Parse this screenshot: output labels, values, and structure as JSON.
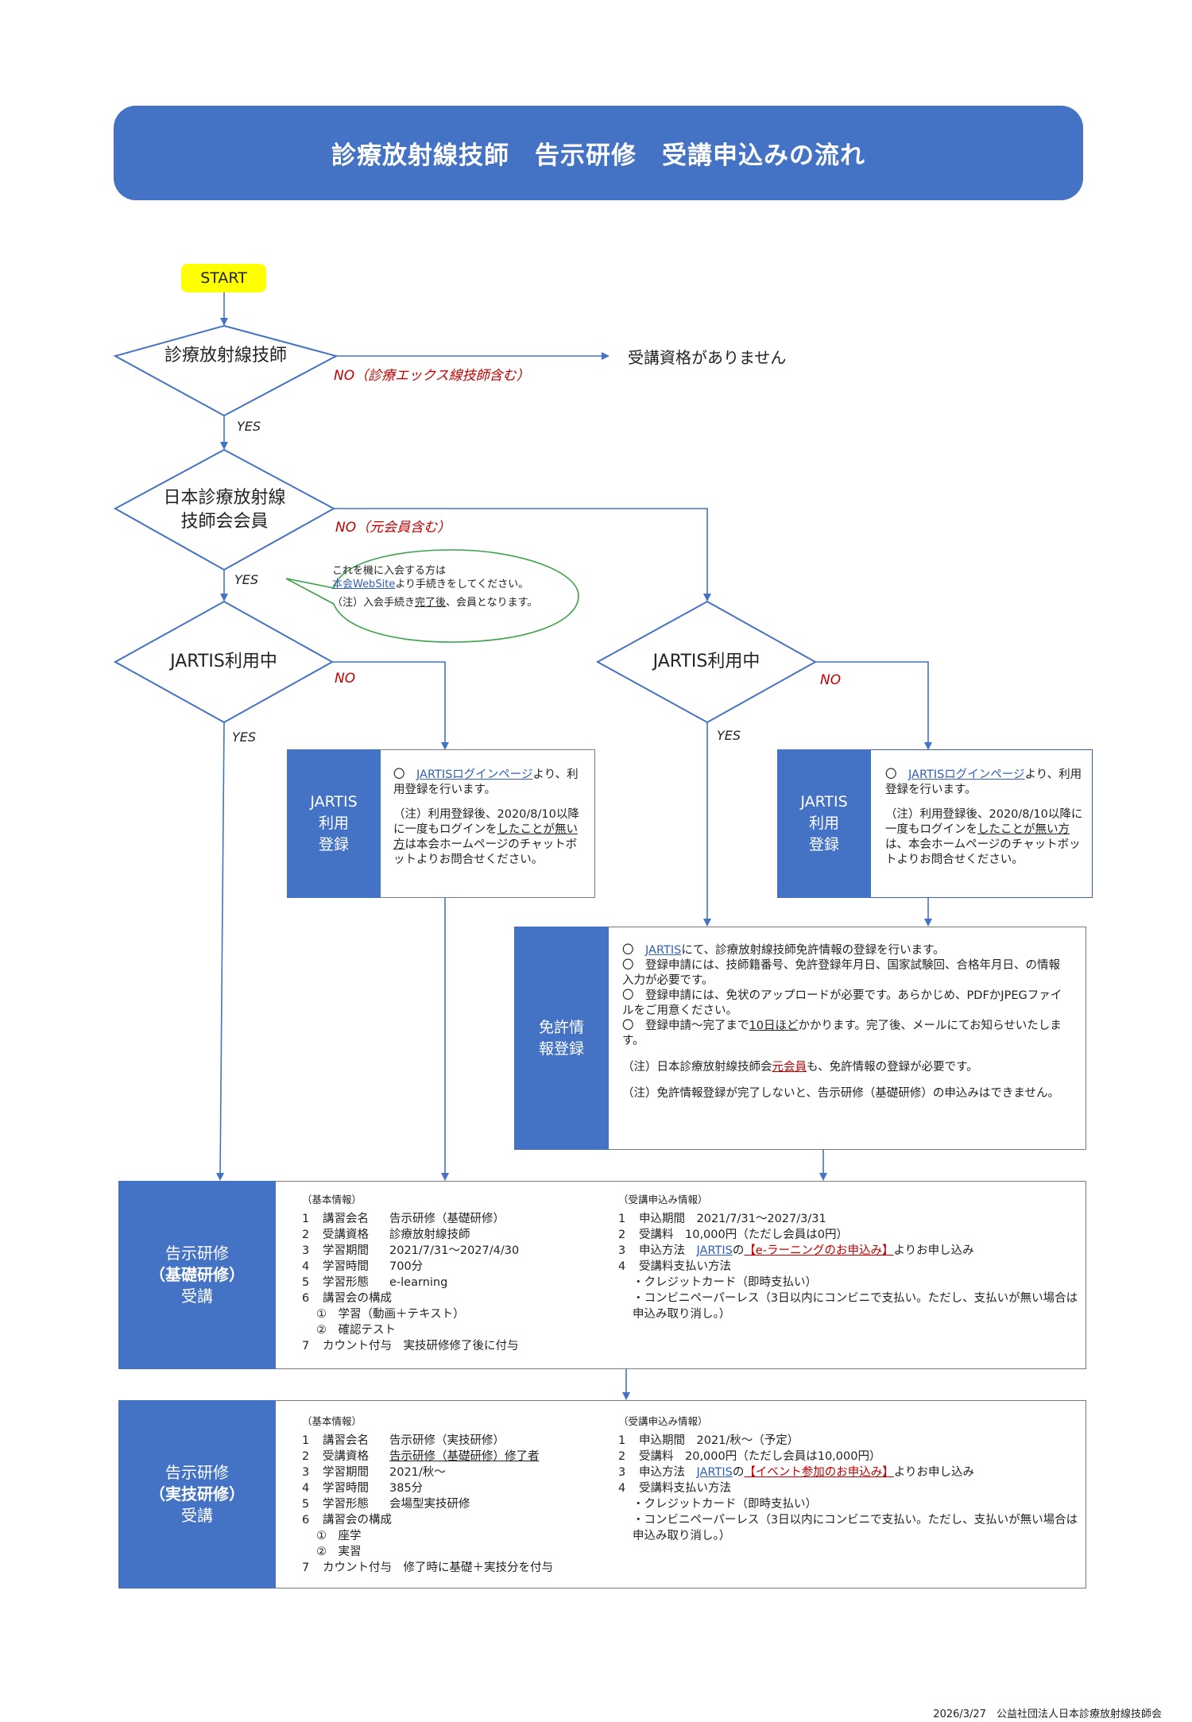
{
  "title": "診療放射線技師　告示研修　受講申込みの流れ",
  "start_label": "START",
  "diamond1": {
    "label": "診療放射線技師",
    "no_label": "NO（診療エックス線技師含む）",
    "yes_label": "YES"
  },
  "no_result": "受講資格がありません",
  "diamond2": {
    "line1": "日本診療放射線",
    "line2": "技師会会員",
    "no_label": "NO（元会員含む）",
    "yes_label": "YES"
  },
  "callout": {
    "l1": "これを機に入会する方は",
    "link": "本会WebSite",
    "l2": "より手続きをしてください。",
    "n1": "（注）入会手続き",
    "n_ul": "完了後",
    "n2": "、会員となります。"
  },
  "diamond3": {
    "label": "JARTIS利用中",
    "no_label": "NO",
    "yes_label": "YES"
  },
  "diamond4": {
    "label": "JARTIS利用中",
    "no_label": "NO",
    "yes_label": "YES"
  },
  "jartis_reg": {
    "side1": "JARTIS",
    "side2": "利用",
    "side3": "登録",
    "bullet": "〇",
    "link": "JARTISログインページ",
    "t1": "より、利用登録を行います。",
    "n1": "（注）利用登録後、2020/8/10以降に一度もログインを",
    "n_ul": "したことが無い方",
    "n2": "は本会ホームページのチャットボットよりお問合せください。"
  },
  "jartis_reg2": {
    "side1": "JARTIS",
    "side2": "利用",
    "side3": "登録",
    "bullet": "〇",
    "link": "JARTISログインページ",
    "t1": "より、利用登録を行います。",
    "n1": "（注）利用登録後、2020/8/10以降に一度もログインを",
    "n_ul": "したことが無い方",
    "n2": "は、本会ホームページのチャットボットよりお問合せください。"
  },
  "license": {
    "side1": "免許情",
    "side2": "報登録",
    "b1_link": "JARTIS",
    "b1": "にて、診療放射線技師免許情報の登録を行います。",
    "b2": "登録申請には、技師籍番号、免許登録年月日、国家試験回、合格年月日、の情報入力が必要です。",
    "b3": "登録申請には、免状のアップロードが必要です。あらかじめ、PDFかJPEGファイルをご用意ください。",
    "b4a": "登録申請～完了まで",
    "b4_ul": "10日ほど",
    "b4b": "かかります。完了後、メールにてお知らせいたします。",
    "n1a": "（注）日本診療放射線技師会",
    "n1_red": "元会員",
    "n1b": "も、免許情報の登録が必要です。",
    "n2": "（注）免許情報登録が完了しないと、告示研修（基礎研修）の申込みはできません。",
    "bullet": "〇"
  },
  "kiso": {
    "side1": "告示研修",
    "side2": "（基礎研修）",
    "side3": "受講",
    "basic_hd": "（基本情報）",
    "basic": [
      {
        "n": "1",
        "k": "講習会名",
        "v": "告示研修（基礎研修）"
      },
      {
        "n": "2",
        "k": "受講資格",
        "v": "診療放射線技師"
      },
      {
        "n": "3",
        "k": "学習期間",
        "v": "2021/7/31～2027/4/30"
      },
      {
        "n": "4",
        "k": "学習時間",
        "v": "700分"
      },
      {
        "n": "5",
        "k": "学習形態",
        "v": "e-learning"
      },
      {
        "n": "6",
        "k": "講習会の構成",
        "v": ""
      }
    ],
    "sub1": "①　学習（動画＋テキスト）",
    "sub2": "②　確認テスト",
    "item7_n": "7",
    "item7": "カウント付与　実技研修修了後に付与",
    "app_hd": "（受講申込み情報）",
    "a1_n": "1",
    "a1": "申込期間　2021/7/31～2027/3/31",
    "a2_n": "2",
    "a2": "受講料　10,000円（ただし会員は0円）",
    "a3_n": "3",
    "a3a": "申込方法　",
    "a3_link": "JARTIS",
    "a3b": "の",
    "a3_red": "【e-ラーニングのお申込み】",
    "a3c": "よりお申し込み",
    "a4_n": "4",
    "a4": "受講料支払い方法",
    "pay1": "・クレジットカード（即時支払い）",
    "pay2": "・コンビニペーパーレス（3日以内にコンビニで支払い。ただし、支払いが無い場合は申込み取り消し。）"
  },
  "jitsugi": {
    "side1": "告示研修",
    "side2": "（実技研修）",
    "side3": "受講",
    "basic_hd": "（基本情報）",
    "basic": [
      {
        "n": "1",
        "k": "講習会名",
        "v": "告示研修（実技研修）"
      },
      {
        "n": "2",
        "k": "受講資格",
        "v": "告示研修（基礎研修）修了者"
      },
      {
        "n": "3",
        "k": "学習期間",
        "v": "2021/秋～"
      },
      {
        "n": "4",
        "k": "学習時間",
        "v": "385分"
      },
      {
        "n": "5",
        "k": "学習形態",
        "v": "会場型実技研修"
      },
      {
        "n": "6",
        "k": "講習会の構成",
        "v": ""
      }
    ],
    "sub1": "①　座学",
    "sub2": "②　実習",
    "item7_n": "7",
    "item7": "カウント付与　修了時に基礎＋実技分を付与",
    "app_hd": "（受講申込み情報）",
    "a1_n": "1",
    "a1": "申込期間　2021/秋～（予定）",
    "a2_n": "2",
    "a2": "受講料　20,000円（ただし会員は10,000円）",
    "a3_n": "3",
    "a3a": "申込方法　",
    "a3_link": "JARTIS",
    "a3b": "の",
    "a3_red": "【イベント参加のお申込み】",
    "a3c": "よりお申し込み",
    "a4_n": "4",
    "a4": "受講料支払い方法",
    "pay1": "・クレジットカード（即時支払い）",
    "pay2": "・コンビニペーパーレス（3日以内にコンビニで支払い。ただし、支払いが無い場合は申込み取り消し。）"
  },
  "footer": {
    "date": "2026/3/27",
    "org": "公益社団法人日本診療放射線技師会"
  },
  "colors": {
    "accent": "#4472c4",
    "start": "#ffff00",
    "no_red": "#c00000",
    "callout_border": "#3aa14a"
  }
}
